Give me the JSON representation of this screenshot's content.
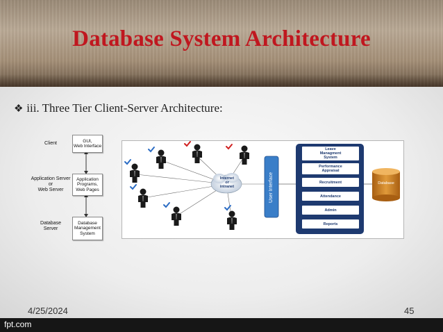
{
  "title": "Database System Architecture",
  "bullet": {
    "mark": "❖",
    "text": "iii. Three Tier Client-Server Architecture:"
  },
  "left_diagram": {
    "labels": {
      "client": "Client",
      "app_server_1": "Application Server",
      "app_server_2": "or",
      "app_server_3": "Web Server",
      "db_server_1": "Database",
      "db_server_2": "Server"
    },
    "boxes": {
      "gui_1": "GUI,",
      "gui_2": "Web Interface",
      "app_1": "Application",
      "app_2": "Programs,",
      "app_3": "Web Pages",
      "db_1": "Database",
      "db_2": "Management",
      "db_3": "System"
    }
  },
  "right_diagram": {
    "cloud_1": "Internet",
    "cloud_2": "or",
    "cloud_3": "intranet",
    "user_interface": "User Interface",
    "modules": [
      {
        "l1": "Leave",
        "l2": "Managment",
        "l3": "System"
      },
      {
        "l1": "Performance",
        "l2": "Appraisal",
        "l3": ""
      },
      {
        "l1": "Recruitment",
        "l2": "",
        "l3": ""
      },
      {
        "l1": "Attendance",
        "l2": "",
        "l3": ""
      },
      {
        "l1": "Admin",
        "l2": "",
        "l3": ""
      },
      {
        "l1": "Reports",
        "l2": "",
        "l3": ""
      }
    ],
    "database": "Database",
    "colors": {
      "panel": "#1e3a70",
      "ui_bar": "#3a7ec8",
      "database": "#c7791f",
      "check_blue": "#2b6cc4",
      "check_red": "#d02020"
    }
  },
  "footer": {
    "date": "4/25/2024",
    "page": "45",
    "brand": "fpt.com"
  }
}
